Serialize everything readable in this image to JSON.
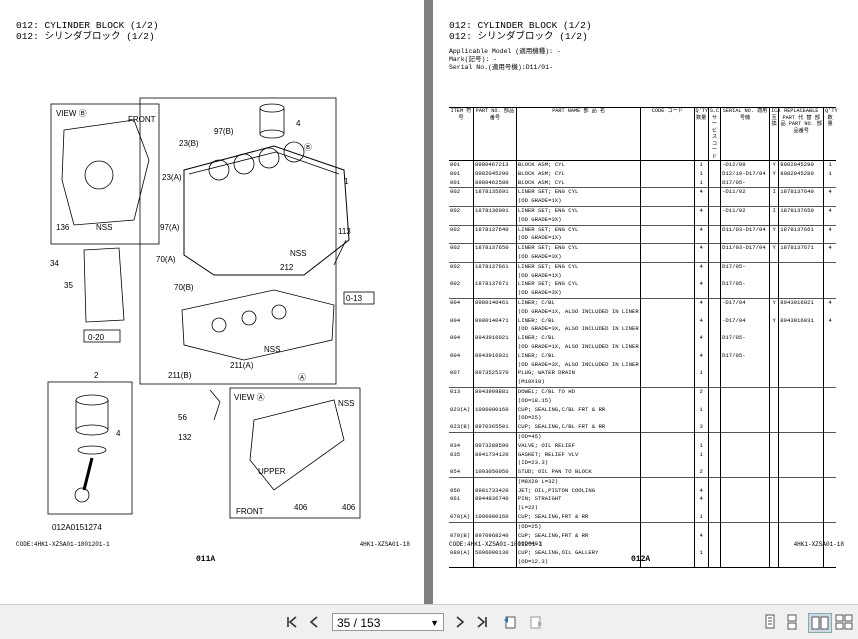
{
  "left_page": {
    "title_en": "012: CYLINDER BLOCK (1/2)",
    "title_jp": "012: シリンダブロック (1/2)",
    "code_left": "CODE:4HK1-XZSA01-1801201-1",
    "code_right": "4HK1-XZSA01-18",
    "page_label": "011A",
    "diagram": {
      "view_b": "VIEW Ⓑ",
      "view_a": "VIEW Ⓐ",
      "front": "FRONT",
      "upper": "UPPER",
      "nss": "NSS",
      "labels": [
        "136",
        "4",
        "97(B)",
        "23(B)",
        "Ⓑ",
        "1",
        "23(A)",
        "97(A)",
        "70(A)",
        "113",
        "212",
        "70(B)",
        "0-13",
        "34",
        "35",
        "0-20",
        "NSS",
        "211(B)",
        "211(A)",
        "Ⓐ",
        "2",
        "4",
        "56",
        "132",
        "406",
        "406",
        "012A0151274",
        "NSS"
      ]
    }
  },
  "right_page": {
    "title_en": "012: CYLINDER BLOCK (1/2)",
    "title_jp": "012: シリンダブロック (1/2)",
    "applicable_model": "Applicable Model (適用機種): -",
    "mark": "Mark(記号): -",
    "serial_no": "Serial No.(適用号機):D11/01-",
    "code_left": "CODE:4HK1-XZSA01-1801201-1",
    "code_right": "4HK1-XZSA01-18",
    "page_label": "012A",
    "headers": {
      "item": "ITEM 符号",
      "part_no": "PART NO. 部品番号",
      "part_name": "PART NAME 部 品 名",
      "code": "CODE コード",
      "qty": "Q'TY 数量",
      "sc": "S.C サービスコード",
      "serial": "SERIAL NO. 適用号機",
      "ica": "ICA 互換",
      "repl": "REPLACEABLE PART 代 替 部 品",
      "repl_no": "PART NO. 部品番号",
      "repl_qty": "Q'TY 数量"
    },
    "rows": [
      {
        "item": "001",
        "part": "8980467213",
        "name": "BLOCK ASM; CYL",
        "code": "",
        "qty": "1",
        "sc": "",
        "serial": "-D12/09",
        "ica": "Y",
        "rpart": "8982045290",
        "rqty": "1",
        "gs": true
      },
      {
        "item": "001",
        "part": "8982045290",
        "name": "BLOCK ASM; CYL",
        "code": "",
        "qty": "1",
        "sc": "",
        "serial": "D12/10-D17/04",
        "ica": "Y",
        "rpart": "8982045280",
        "rqty": "1",
        "gs": false
      },
      {
        "item": "001",
        "part": "8980462580",
        "name": "BLOCK ASM; CYL",
        "code": "",
        "qty": "1",
        "sc": "",
        "serial": "D17/05-",
        "ica": "",
        "rpart": "",
        "rqty": "",
        "gs": false
      },
      {
        "item": "002",
        "part": "1878135691",
        "name": "LINER SET; ENG CYL",
        "code": "",
        "qty": "4",
        "sc": "",
        "serial": "-D11/02",
        "ica": "I",
        "rpart": "1878137640",
        "rqty": "4",
        "gs": true
      },
      {
        "item": "",
        "part": "",
        "name": "(OD GRADE=1X)",
        "code": "",
        "qty": "",
        "sc": "",
        "serial": "",
        "ica": "",
        "rpart": "",
        "rqty": "",
        "gs": false
      },
      {
        "item": "002",
        "part": "1878136001",
        "name": "LINER SET; ENG CYL",
        "code": "",
        "qty": "4",
        "sc": "",
        "serial": "-D11/02",
        "ica": "I",
        "rpart": "1878137650",
        "rqty": "4",
        "gs": true
      },
      {
        "item": "",
        "part": "",
        "name": "(OD GRADE=3X)",
        "code": "",
        "qty": "",
        "sc": "",
        "serial": "",
        "ica": "",
        "rpart": "",
        "rqty": "",
        "gs": false
      },
      {
        "item": "002",
        "part": "1878137640",
        "name": "LINER SET; ENG CYL",
        "code": "",
        "qty": "4",
        "sc": "",
        "serial": "D11/03-D17/04",
        "ica": "Y",
        "rpart": "1878137661",
        "rqty": "4",
        "gs": true
      },
      {
        "item": "",
        "part": "",
        "name": "(OD GRADE=1X)",
        "code": "",
        "qty": "",
        "sc": "",
        "serial": "",
        "ica": "",
        "rpart": "",
        "rqty": "",
        "gs": false
      },
      {
        "item": "002",
        "part": "1878137650",
        "name": "LINER SET; ENG CYL",
        "code": "",
        "qty": "4",
        "sc": "",
        "serial": "D11/03-D17/04",
        "ica": "Y",
        "rpart": "1878137671",
        "rqty": "4",
        "gs": true
      },
      {
        "item": "",
        "part": "",
        "name": "(OD GRADE=3X)",
        "code": "",
        "qty": "",
        "sc": "",
        "serial": "",
        "ica": "",
        "rpart": "",
        "rqty": "",
        "gs": false
      },
      {
        "item": "002",
        "part": "1878137661",
        "name": "LINER SET; ENG CYL",
        "code": "",
        "qty": "4",
        "sc": "",
        "serial": "D17/05-",
        "ica": "",
        "rpart": "",
        "rqty": "",
        "gs": true
      },
      {
        "item": "",
        "part": "",
        "name": "(OD GRADE=1X)",
        "code": "",
        "qty": "",
        "sc": "",
        "serial": "",
        "ica": "",
        "rpart": "",
        "rqty": "",
        "gs": false
      },
      {
        "item": "002",
        "part": "1878137671",
        "name": "LINER SET; ENG CYL",
        "code": "",
        "qty": "4",
        "sc": "",
        "serial": "D17/05-",
        "ica": "",
        "rpart": "",
        "rqty": "",
        "gs": false
      },
      {
        "item": "",
        "part": "",
        "name": "(OD GRADE=3X)",
        "code": "",
        "qty": "",
        "sc": "",
        "serial": "",
        "ica": "",
        "rpart": "",
        "rqty": "",
        "gs": false
      },
      {
        "item": "004",
        "part": "8980140461",
        "name": "LINER; C/BL",
        "code": "",
        "qty": "4",
        "sc": "",
        "serial": "-D17/04",
        "ica": "Y",
        "rpart": "8943916021",
        "rqty": "4",
        "gs": true
      },
      {
        "item": "",
        "part": "",
        "name": "(OD GRADE=1X, ALSO INCLUDED IN LINER SET.)",
        "code": "",
        "qty": "",
        "sc": "",
        "serial": "",
        "ica": "",
        "rpart": "",
        "rqty": "",
        "gs": false
      },
      {
        "item": "004",
        "part": "8980140471",
        "name": "LINER; C/BL",
        "code": "",
        "qty": "4",
        "sc": "",
        "serial": "-D17/04",
        "ica": "Y",
        "rpart": "8943916031",
        "rqty": "4",
        "gs": false
      },
      {
        "item": "",
        "part": "",
        "name": "(OD GRADE=3X, ALSO INCLUDED IN LINER SET.)",
        "code": "",
        "qty": "",
        "sc": "",
        "serial": "",
        "ica": "",
        "rpart": "",
        "rqty": "",
        "gs": false
      },
      {
        "item": "004",
        "part": "8943916021",
        "name": "LINER; C/BL",
        "code": "",
        "qty": "4",
        "sc": "",
        "serial": "D17/05-",
        "ica": "",
        "rpart": "",
        "rqty": "",
        "gs": false
      },
      {
        "item": "",
        "part": "",
        "name": "(OD GRADE=1X, ALSO INCLUDED IN LINER SET.)",
        "code": "",
        "qty": "",
        "sc": "",
        "serial": "",
        "ica": "",
        "rpart": "",
        "rqty": "",
        "gs": false
      },
      {
        "item": "004",
        "part": "8943916031",
        "name": "LINER; C/BL",
        "code": "",
        "qty": "4",
        "sc": "",
        "serial": "D17/05-",
        "ica": "",
        "rpart": "",
        "rqty": "",
        "gs": false
      },
      {
        "item": "",
        "part": "",
        "name": "(OD GRADE=3X, ALSO INCLUDED IN LINER SET.)",
        "code": "",
        "qty": "",
        "sc": "",
        "serial": "",
        "ica": "",
        "rpart": "",
        "rqty": "",
        "gs": false
      },
      {
        "item": "007",
        "part": "8973525370",
        "name": "PLUG; WATER DRAIN",
        "code": "",
        "qty": "1",
        "sc": "",
        "serial": "",
        "ica": "",
        "rpart": "",
        "rqty": "",
        "gs": false
      },
      {
        "item": "",
        "part": "",
        "name": "(M10X10)",
        "code": "",
        "qty": "",
        "sc": "",
        "serial": "",
        "ica": "",
        "rpart": "",
        "rqty": "",
        "gs": false
      },
      {
        "item": "013",
        "part": "8943998881",
        "name": "DOWEL; C/BL TO HD",
        "code": "",
        "qty": "2",
        "sc": "",
        "serial": "",
        "ica": "",
        "rpart": "",
        "rqty": "",
        "gs": true
      },
      {
        "item": "",
        "part": "",
        "name": "(OD=18.15)",
        "code": "",
        "qty": "",
        "sc": "",
        "serial": "",
        "ica": "",
        "rpart": "",
        "rqty": "",
        "gs": false
      },
      {
        "item": "023(A)",
        "part": "1096000160",
        "name": "CUP; SEALING,C/BL FRT & RR",
        "code": "",
        "qty": "1",
        "sc": "",
        "serial": "",
        "ica": "",
        "rpart": "",
        "rqty": "",
        "gs": false
      },
      {
        "item": "",
        "part": "",
        "name": "(OD=25)",
        "code": "",
        "qty": "",
        "sc": "",
        "serial": "",
        "ica": "",
        "rpart": "",
        "rqty": "",
        "gs": false
      },
      {
        "item": "023(B)",
        "part": "8970365501",
        "name": "CUP; SEALING,C/BL FRT & RR",
        "code": "",
        "qty": "3",
        "sc": "",
        "serial": "",
        "ica": "",
        "rpart": "",
        "rqty": "",
        "gs": false
      },
      {
        "item": "",
        "part": "",
        "name": "(OD=45)",
        "code": "",
        "qty": "",
        "sc": "",
        "serial": "",
        "ica": "",
        "rpart": "",
        "rqty": "",
        "gs": true
      },
      {
        "item": "034",
        "part": "8973288590",
        "name": "VALVE; OIL RELIEF",
        "code": "",
        "qty": "1",
        "sc": "",
        "serial": "",
        "ica": "",
        "rpart": "",
        "rqty": "",
        "gs": false
      },
      {
        "item": "035",
        "part": "8941734120",
        "name": "GASKET; RELIEF VLV",
        "code": "",
        "qty": "1",
        "sc": "",
        "serial": "",
        "ica": "",
        "rpart": "",
        "rqty": "",
        "gs": false
      },
      {
        "item": "",
        "part": "",
        "name": "(ID=23.3)",
        "code": "",
        "qty": "",
        "sc": "",
        "serial": "",
        "ica": "",
        "rpart": "",
        "rqty": "",
        "gs": false
      },
      {
        "item": "054",
        "part": "1093050050",
        "name": "STUD; OIL PAN TO BLOCK",
        "code": "",
        "qty": "2",
        "sc": "",
        "serial": "",
        "ica": "",
        "rpart": "",
        "rqty": "",
        "gs": false
      },
      {
        "item": "",
        "part": "",
        "name": "(M8X20 L=32)",
        "code": "",
        "qty": "",
        "sc": "",
        "serial": "",
        "ica": "",
        "rpart": "",
        "rqty": "",
        "gs": true
      },
      {
        "item": "056",
        "part": "8981733420",
        "name": "JET; OIL,PISTON COOLING",
        "code": "",
        "qty": "4",
        "sc": "",
        "serial": "",
        "ica": "",
        "rpart": "",
        "rqty": "",
        "gs": false
      },
      {
        "item": "061",
        "part": "8944836740",
        "name": "PIN; STRAIGHT",
        "code": "",
        "qty": "4",
        "sc": "",
        "serial": "",
        "ica": "",
        "rpart": "",
        "rqty": "",
        "gs": false
      },
      {
        "item": "",
        "part": "",
        "name": "(L=22)",
        "code": "",
        "qty": "",
        "sc": "",
        "serial": "",
        "ica": "",
        "rpart": "",
        "rqty": "",
        "gs": false
      },
      {
        "item": "070(A)",
        "part": "1096000160",
        "name": "CUP; SEALING,FRT & RR",
        "code": "",
        "qty": "1",
        "sc": "",
        "serial": "",
        "ica": "",
        "rpart": "",
        "rqty": "",
        "gs": false
      },
      {
        "item": "",
        "part": "",
        "name": "(OD=25)",
        "code": "",
        "qty": "",
        "sc": "",
        "serial": "",
        "ica": "",
        "rpart": "",
        "rqty": "",
        "gs": true
      },
      {
        "item": "070(B)",
        "part": "8970968240",
        "name": "CUP; SEALING,FRT & RR",
        "code": "",
        "qty": "4",
        "sc": "",
        "serial": "",
        "ica": "",
        "rpart": "",
        "rqty": "",
        "gs": false
      },
      {
        "item": "",
        "part": "",
        "name": "(OD=40)",
        "code": "",
        "qty": "",
        "sc": "",
        "serial": "",
        "ica": "",
        "rpart": "",
        "rqty": "",
        "gs": false
      },
      {
        "item": "089(A)",
        "part": "5096000130",
        "name": "CUP; SEALING,OIL GALLERY",
        "code": "",
        "qty": "1",
        "sc": "",
        "serial": "",
        "ica": "",
        "rpart": "",
        "rqty": "",
        "gs": false
      },
      {
        "item": "",
        "part": "",
        "name": "(OD=12.3)",
        "code": "",
        "qty": "",
        "sc": "",
        "serial": "",
        "ica": "",
        "rpart": "",
        "rqty": "",
        "gs": false
      }
    ]
  },
  "toolbar": {
    "page_indicator": "35 / 153",
    "icons": [
      "first-page-icon",
      "prev-page-icon",
      "next-page-icon",
      "last-page-icon",
      "rotate-left-icon",
      "rotate-right-icon",
      "single-page-icon",
      "continuous-icon",
      "two-page-icon",
      "two-page-continuous-icon"
    ]
  }
}
